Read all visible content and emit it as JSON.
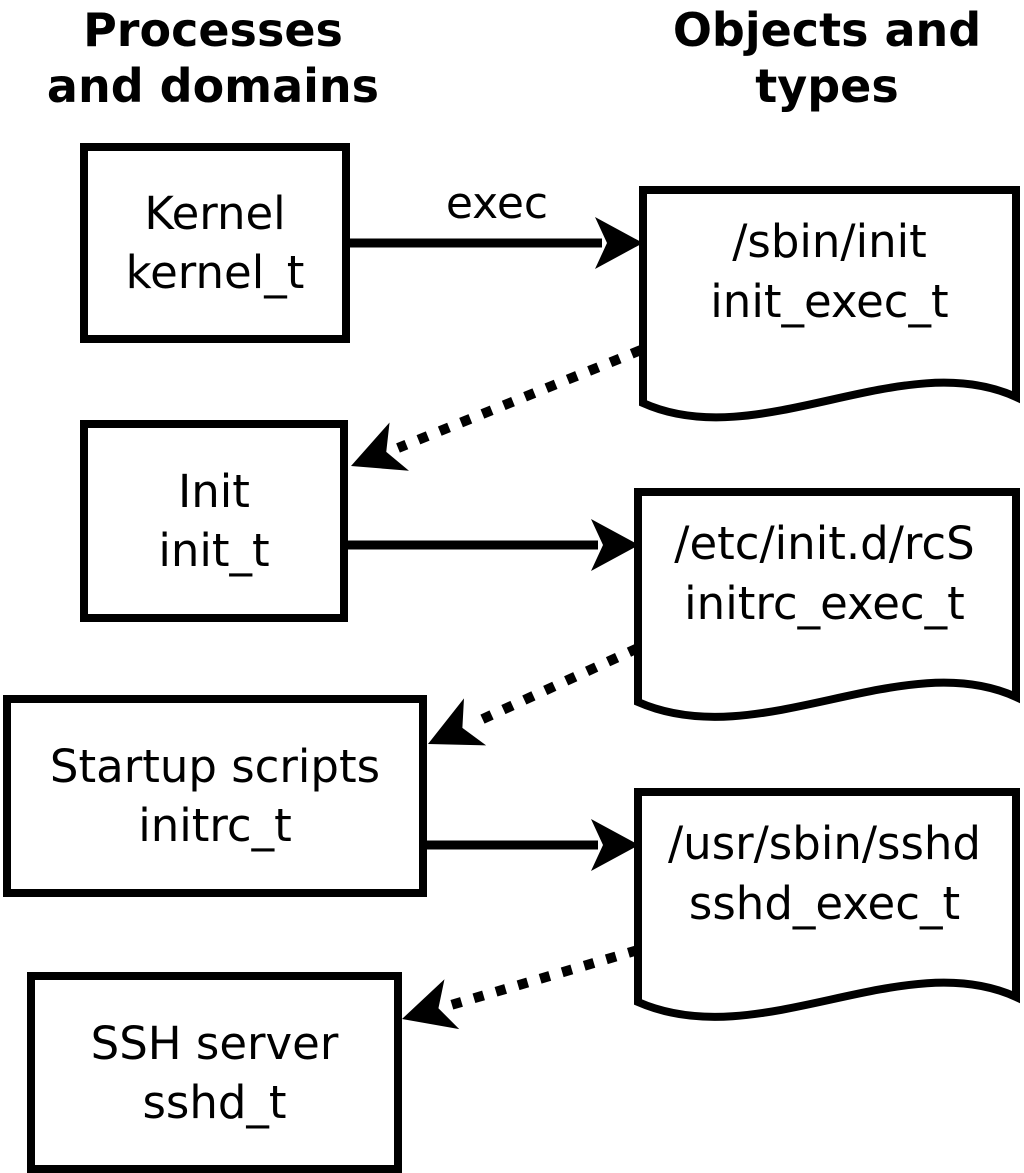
{
  "page": {
    "background": "#ffffff",
    "stroke_color": "#000000"
  },
  "headers": {
    "left": {
      "line1": "Processes",
      "line2": "and domains"
    },
    "right": {
      "line1": "Objects and",
      "line2": "types"
    }
  },
  "processes": [
    {
      "name": "Kernel",
      "domain": "kernel_t"
    },
    {
      "name": "Init",
      "domain": "init_t"
    },
    {
      "name": "Startup scripts",
      "domain": "initrc_t"
    },
    {
      "name": "SSH server",
      "domain": "sshd_t"
    }
  ],
  "objects": [
    {
      "path": "/sbin/init",
      "type": "init_exec_t"
    },
    {
      "path": "/etc/init.d/rcS",
      "type": "initrc_exec_t"
    },
    {
      "path": "/usr/sbin/sshd",
      "type": "sshd_exec_t"
    }
  ],
  "labels": {
    "exec": "exec"
  },
  "edges": [
    {
      "from": "Kernel (kernel_t)",
      "to": "/sbin/init (init_exec_t)",
      "style": "solid",
      "label": "exec"
    },
    {
      "from": "/sbin/init (init_exec_t)",
      "to": "Init (init_t)",
      "style": "dotted",
      "label": ""
    },
    {
      "from": "Init (init_t)",
      "to": "/etc/init.d/rcS (initrc_exec_t)",
      "style": "solid",
      "label": ""
    },
    {
      "from": "/etc/init.d/rcS (initrc_exec_t)",
      "to": "Startup scripts (initrc_t)",
      "style": "dotted",
      "label": ""
    },
    {
      "from": "Startup scripts (initrc_t)",
      "to": "/usr/sbin/sshd (sshd_exec_t)",
      "style": "solid",
      "label": ""
    },
    {
      "from": "/usr/sbin/sshd (sshd_exec_t)",
      "to": "SSH server (sshd_t)",
      "style": "dotted",
      "label": ""
    }
  ]
}
